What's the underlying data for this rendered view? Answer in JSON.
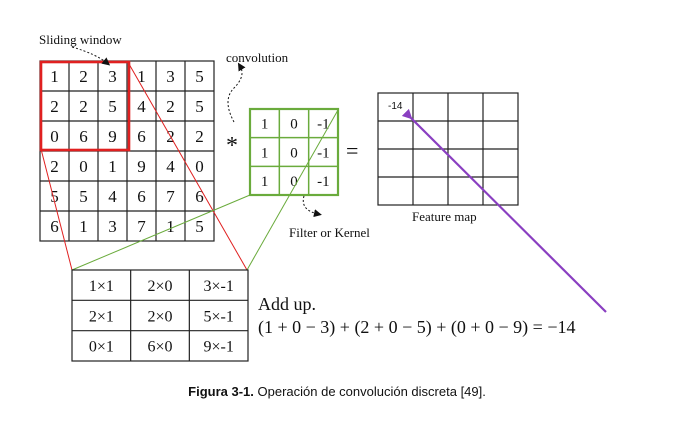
{
  "labels": {
    "sliding_window": "Sliding window",
    "convolution": "convolution",
    "filter_or_kernel": "Filter or Kernel",
    "feature_map": "Feature map",
    "operator_star": "*",
    "operator_equals": "=",
    "add_up": "Add up.",
    "equation": "(1 + 0 − 3) + (2 + 0 − 5) + (0 + 0 − 9) = −14"
  },
  "input_matrix": [
    [
      "1",
      "2",
      "3",
      "1",
      "3",
      "5"
    ],
    [
      "2",
      "2",
      "5",
      "4",
      "2",
      "5"
    ],
    [
      "0",
      "6",
      "9",
      "6",
      "2",
      "2"
    ],
    [
      "2",
      "0",
      "1",
      "9",
      "4",
      "0"
    ],
    [
      "5",
      "5",
      "4",
      "6",
      "7",
      "6"
    ],
    [
      "6",
      "1",
      "3",
      "7",
      "1",
      "5"
    ]
  ],
  "kernel_matrix": [
    [
      "1",
      "0",
      "-1"
    ],
    [
      "1",
      "0",
      "-1"
    ],
    [
      "1",
      "0",
      "-1"
    ]
  ],
  "feature_map": [
    [
      "-14",
      "",
      "",
      ""
    ],
    [
      "",
      "",
      "",
      ""
    ],
    [
      "",
      "",
      "",
      ""
    ],
    [
      "",
      "",
      "",
      ""
    ]
  ],
  "product_matrix": [
    [
      "1×1",
      "2×0",
      "3×-1"
    ],
    [
      "2×1",
      "2×0",
      "5×-1"
    ],
    [
      "0×1",
      "6×0",
      "9×-1"
    ]
  ],
  "caption": {
    "bold": "Figura 3-1.",
    "text": " Operación de convolución discreta [49]."
  },
  "colors": {
    "window": "#e02020",
    "kernel": "#6aab3c",
    "arrow": "#8a3fc1",
    "grid": "#222222"
  }
}
